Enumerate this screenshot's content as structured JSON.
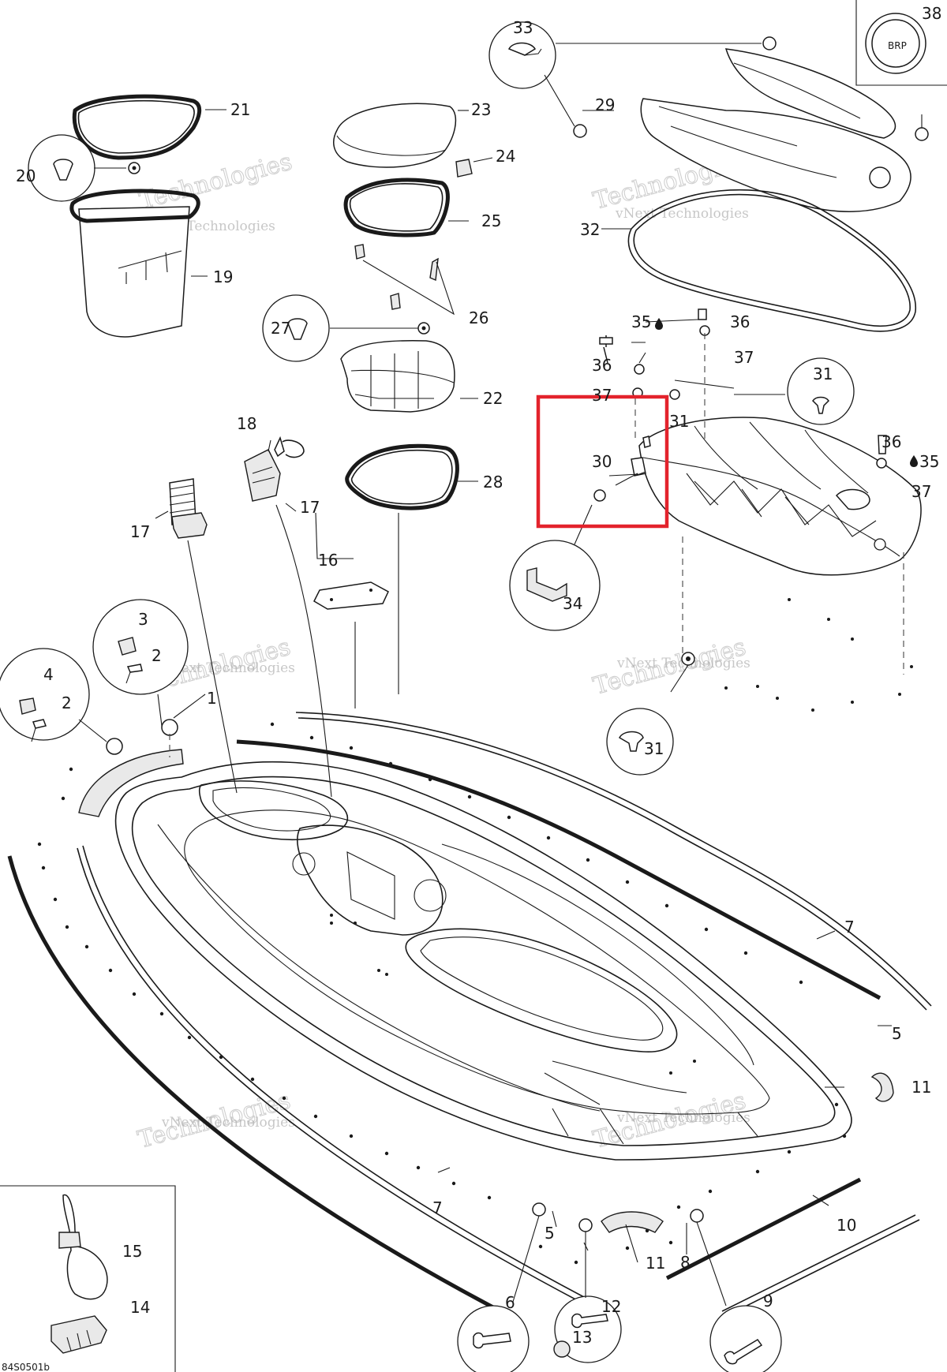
{
  "diagram": {
    "drawing_code": "84S0501b",
    "callouts": {
      "c1": "1",
      "c2a": "2",
      "c2b": "2",
      "c3": "3",
      "c4": "4",
      "c5a": "5",
      "c5b": "5",
      "c6": "6",
      "c7a": "7",
      "c7b": "7",
      "c8": "8",
      "c9": "9",
      "c10": "10",
      "c11a": "11",
      "c11b": "11",
      "c12": "12",
      "c13": "13",
      "c14": "14",
      "c15": "15",
      "c16": "16",
      "c17a": "17",
      "c17b": "17",
      "c18": "18",
      "c19": "19",
      "c20": "20",
      "c21": "21",
      "c22": "22",
      "c23": "23",
      "c24": "24",
      "c25": "25",
      "c26": "26",
      "c27": "27",
      "c28": "28",
      "c29": "29",
      "c30": "30",
      "c31a": "31",
      "c31b": "31",
      "c31c": "31",
      "c32": "32",
      "c33": "33",
      "c34": "34",
      "c35a": "35",
      "c35b": "35",
      "c36a": "36",
      "c36b": "36",
      "c36c": "36",
      "c37a": "37",
      "c37b": "37",
      "c37c": "37",
      "c38": "38"
    },
    "logo_text": "BRP",
    "watermark": {
      "line1": "vNext Technologies",
      "line2": "Technologies"
    },
    "highlight": {
      "part": "30",
      "color": "#e3232c"
    }
  }
}
